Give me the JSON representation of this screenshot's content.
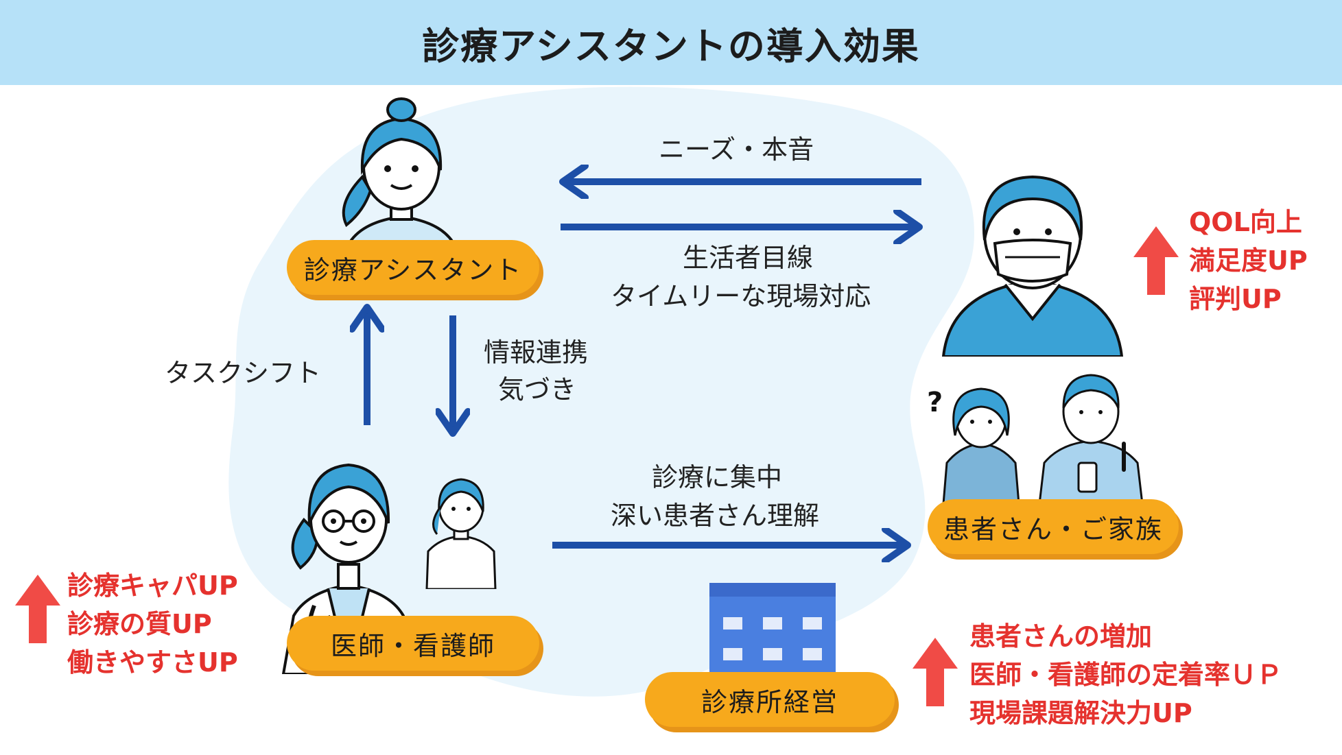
{
  "title": "診療アシスタントの導入効果",
  "nodes": {
    "assistant": "診療アシスタント",
    "doctor_nurse": "医師・看護師",
    "patient_family": "患者さん・ご家族",
    "clinic": "診療所経営"
  },
  "flows": {
    "to_assistant_from_patient": "ニーズ・本音",
    "to_patient_line1": "生活者目線",
    "to_patient_line2": "タイムリーな現場対応",
    "task_shift": "タスクシフト",
    "info_line1": "情報連携",
    "info_line2": "気づき",
    "doctor_to_patient_line1": "診療に集中",
    "doctor_to_patient_line2": "深い患者さん理解"
  },
  "effects": {
    "patient": [
      "QOL向上",
      "満足度UP",
      "評判UP"
    ],
    "doctor": [
      "診療キャパUP",
      "診療の質UP",
      "働きやすさUP"
    ],
    "clinic": [
      "患者さんの増加",
      "医師・看護師の定着率ＵＰ",
      "現場課題解決力UP"
    ]
  },
  "colors": {
    "header_bg": "#b6e1f8",
    "pill": "#f7a91c",
    "arrow_blue": "#1d4fa7",
    "effect_red": "#e5322e",
    "figure_blue": "#3aa2d6",
    "blob": "#e9f5fc"
  }
}
